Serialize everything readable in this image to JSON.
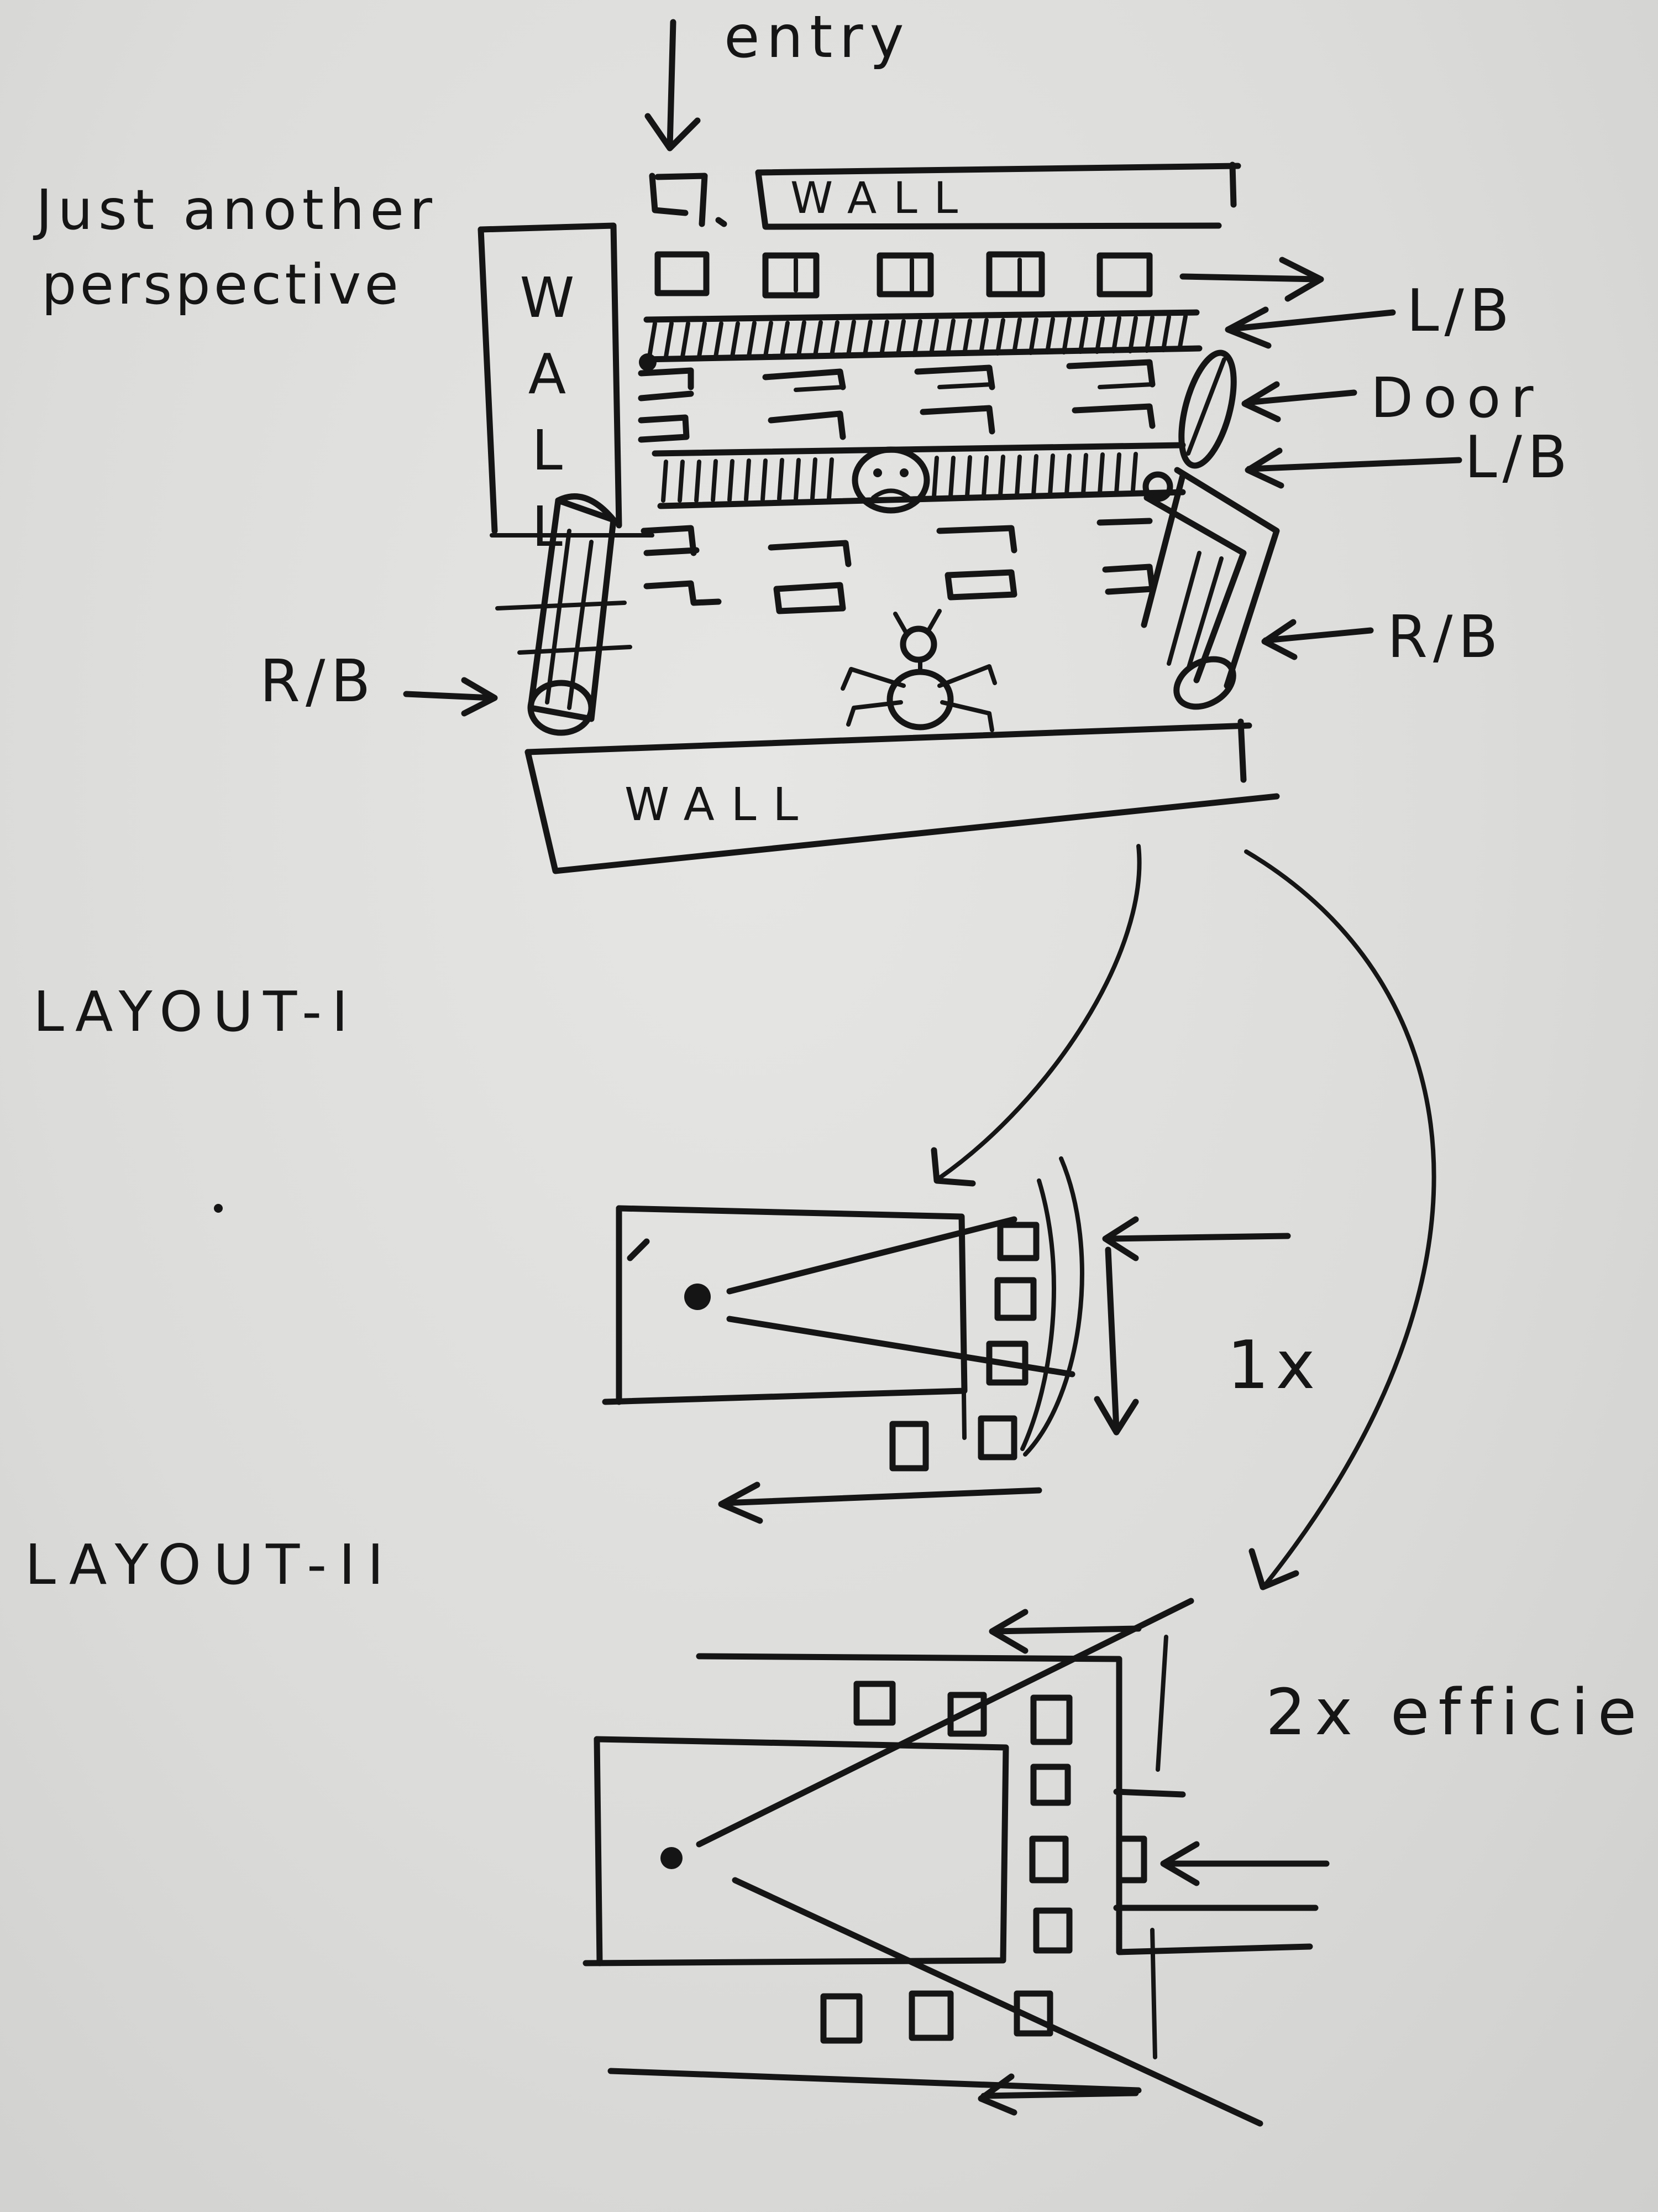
{
  "labels": {
    "entry": "entry",
    "title_line1": "Just another",
    "title_line2": "perspective",
    "wall_top": "WALL",
    "wall_left": [
      "W",
      "A",
      "L",
      "L"
    ],
    "wall_bottom": "WALL",
    "lb_1": "L/B",
    "door": "Door",
    "lb_2": "L/B",
    "rb_left": "R/B",
    "rb_right": "R/B",
    "layout_1": "LAYOUT-I",
    "layout_2": "LAYOUT-II",
    "factor_1": "1x",
    "factor_2": "2x efficie"
  },
  "icons": [
    "down-arrow-icon",
    "right-arrow-icon",
    "left-arrow-icon",
    "spider-icon",
    "sad-face-icon",
    "curved-arrow-icon"
  ]
}
